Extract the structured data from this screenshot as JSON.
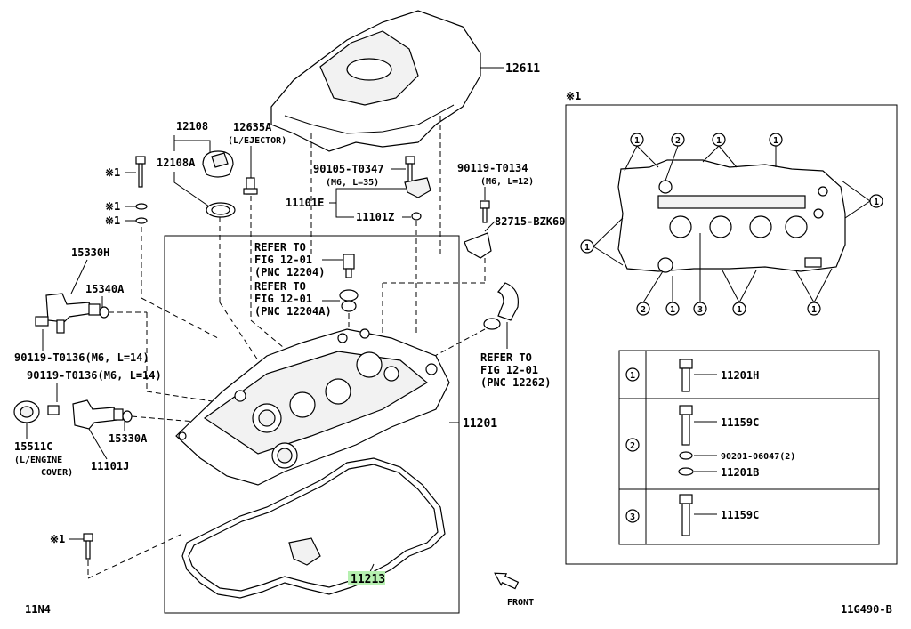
{
  "labels": {
    "p12611": "12611",
    "p12108": "12108",
    "p12108A": "12108A",
    "p12635A": "12635A",
    "p12635A_note": "(L/EJECTOR)",
    "mark1_a": "※1",
    "mark1_b": "※1",
    "mark1_c": "※1",
    "mark1_d": "※1",
    "p90105": "90105-T0347",
    "p90105_spec": "(M6, L=35)",
    "p11101E": "11101E",
    "p11101Z": "11101Z",
    "p90119a": "90119-T0134",
    "p90119a_spec": "(M6, L=12)",
    "p82715": "82715-BZK60",
    "p15330H": "15330H",
    "p15340A": "15340A",
    "ref1_l1": "REFER TO",
    "ref1_l2": "FIG 12-01",
    "ref1_l3": "(PNC 12204)",
    "ref2_l1": "REFER TO",
    "ref2_l2": "FIG 12-01",
    "ref2_l3": "(PNC 12204A)",
    "ref3_l1": "REFER TO",
    "ref3_l2": "FIG 12-01",
    "ref3_l3": "(PNC 12262)",
    "p90119b": "90119-T0136(M6, L=14)",
    "p90119c": "90119-T0136(M6, L=14)",
    "p15511C": "15511C",
    "p15511C_n1": "(L/ENGINE",
    "p15511C_n2": "COVER)",
    "p15330A": "15330A",
    "p11101J": "11101J",
    "p11201": "11201",
    "p11213": "11213",
    "front": "FRONT",
    "code_left": "11N4",
    "code_right": "11G490-B"
  },
  "inset": {
    "title": "※1",
    "table": [
      {
        "key": "1",
        "parts": [
          "11201H"
        ]
      },
      {
        "key": "2",
        "parts": [
          "11159C",
          "90201-06047(2)",
          "11201B"
        ]
      },
      {
        "key": "3",
        "parts": [
          "11159C"
        ]
      }
    ],
    "callouts": {
      "one": "1",
      "two": "2",
      "three": "3"
    }
  },
  "colors": {
    "highlight": "#b6f0b0",
    "line": "#000000"
  }
}
